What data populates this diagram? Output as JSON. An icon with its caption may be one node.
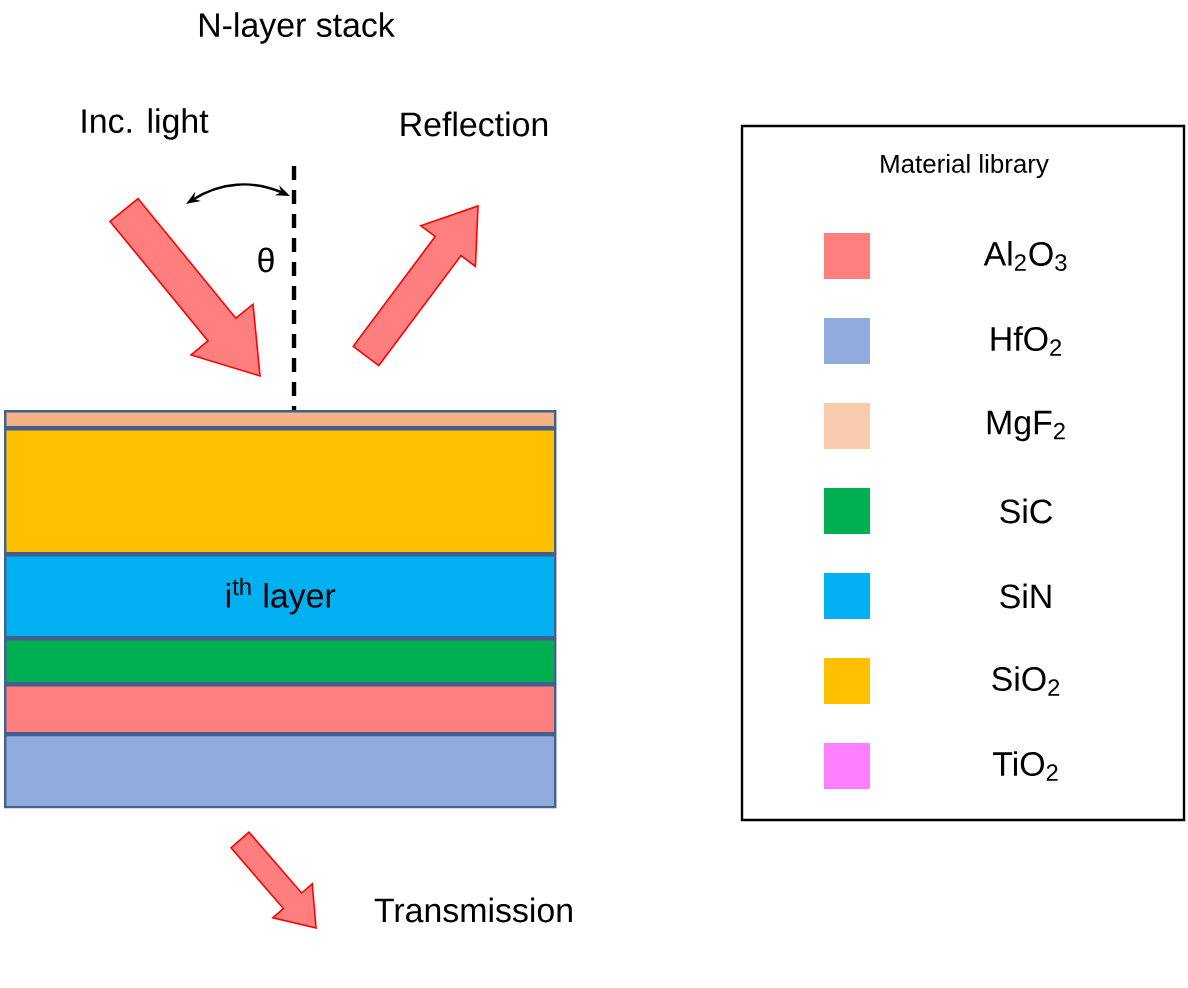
{
  "diagram": {
    "title": "N-layer stack",
    "nodes": [
      {
        "text": [],
        "shape": "band"
      },
      {
        "text": [],
        "shape": "band"
      },
      {
        "text": [
          "i$^{th}$ layer"
        ]
      },
      {
        "text": [],
        "shape": "band"
      },
      {
        "text": [],
        "shape": "band"
      },
      {
        "text": [],
        "shape": "band"
      }
    ],
    "edges": [],
    "labels": [
      "Inc. light",
      "Reflection",
      "Material library",
      "θ",
      "Transmission"
    ],
    "legend": [
      {
        "text": "Al$_{2}$O$_{3}$",
        "color": "#ff7f7f"
      },
      {
        "text": "HfO$_{2}$",
        "color": "#8faadc"
      },
      {
        "text": "MgF$_{2}$",
        "color": "#f8cbad"
      },
      {
        "text": "SiC",
        "color": "#00b050"
      },
      {
        "text": "SiN",
        "color": "#00b0f0"
      },
      {
        "text": "SiO$_{2}$",
        "color": "#ffc000"
      },
      {
        "text": "TiO$_{2}$",
        "color": "#ff80ff"
      }
    ]
  }
}
